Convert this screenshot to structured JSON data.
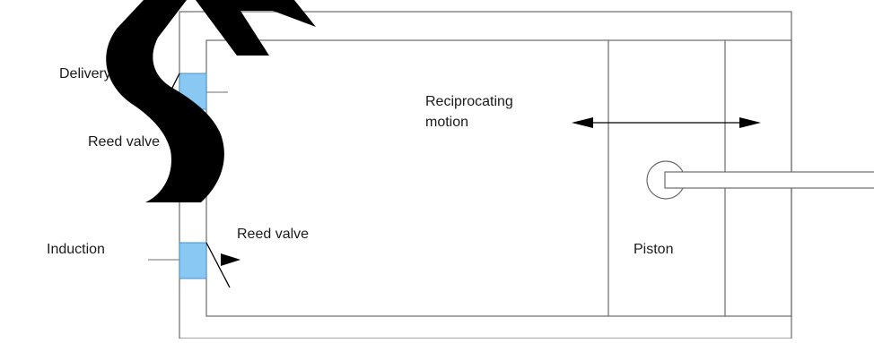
{
  "labels": {
    "delivery": "Delivery",
    "reed_valve_top": "Reed valve",
    "induction": "Induction",
    "reed_valve_bottom": "Reed valve",
    "reciprocating_line1": "Reciprocating",
    "reciprocating_line2": "motion",
    "piston": "Piston"
  },
  "colors": {
    "stroke": "#6b6b6b",
    "valve_fill": "#89c8f2",
    "valve_stroke": "#4a8fc4",
    "watermark": "#000000",
    "arrow": "#000000"
  }
}
